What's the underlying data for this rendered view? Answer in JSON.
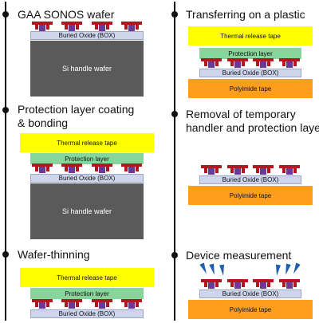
{
  "steps": [
    {
      "id": "gaa-sonos-wafer",
      "title": [
        "GAA SONOS wafer"
      ],
      "layers": {
        "box": "Buried Oxide (BOX)",
        "handle": "Si handle wafer"
      }
    },
    {
      "id": "protection-coating",
      "title": [
        "Protection layer coating",
        "& bonding"
      ],
      "layers": {
        "tape": "Thermal release tape",
        "protection": "Protection layer",
        "box": "Buried Oxide (BOX)",
        "handle": "Si handle wafer"
      }
    },
    {
      "id": "wafer-thinning",
      "title": [
        "Wafer-thinning"
      ],
      "layers": {
        "tape": "Thermal release tape",
        "protection": "Protection layer",
        "box": "Buried Oxide (BOX)"
      }
    },
    {
      "id": "transferring",
      "title": [
        "Transferring on a plastic"
      ],
      "layers": {
        "tape": "Thermal release tape",
        "protection": "Protection layer",
        "box": "Buried Oxide (BOX)",
        "polyimide": "Polyimide tape"
      }
    },
    {
      "id": "removal",
      "title": [
        "Removal of temporary",
        "handler and protection laye"
      ],
      "layers": {
        "box": "Buried Oxide (BOX)",
        "polyimide": "Polyimide tape"
      }
    },
    {
      "id": "device-measurement",
      "title": [
        "Device measurement"
      ],
      "layers": {
        "box": "Buried Oxide (BOX)",
        "polyimide": "Polyimide tape"
      }
    }
  ],
  "colors": {
    "thermal_tape": "#ffff00",
    "protection_layer": "#86d59a",
    "box": "#cfd6ec",
    "si_handle": "#5a5a5a",
    "polyimide": "#ff9d1c",
    "gate": "#b3161f",
    "channel": "#6a3a99",
    "probe": "#1f5fb0"
  }
}
